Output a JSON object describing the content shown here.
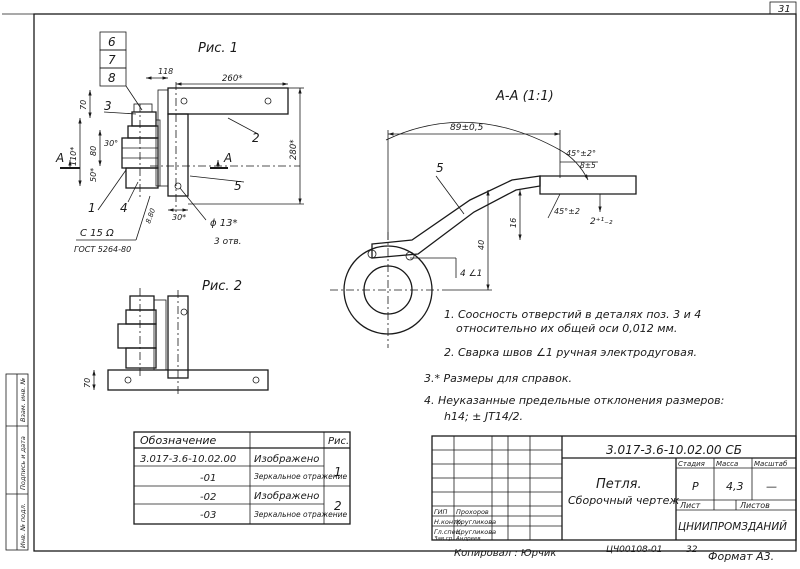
{
  "sheet_number": "31",
  "fig1": {
    "title": "Рис. 1",
    "callouts": [
      "6",
      "7",
      "8",
      "3",
      "1",
      "4",
      "2",
      "5"
    ],
    "dims": {
      "d118": "118",
      "d260": "260*",
      "d70": "70",
      "d110": "110*",
      "d80": "80",
      "d50": "50*",
      "d30deg": "30°",
      "d280": "280*",
      "d8": "8.80",
      "d30b": "30*",
      "hole": "ϕ 13*",
      "holes": "3 отв."
    },
    "section_mark_left": "A",
    "section_mark_right": "A",
    "weld_symbol": "С 15 Ω",
    "gost": "ГОСТ 5264-80"
  },
  "fig2": {
    "title": "Рис. 2",
    "dims": {
      "d70": "70"
    }
  },
  "section": {
    "title": "А-А (1:1)",
    "callout": "5",
    "dims": {
      "d89": "89±0,5",
      "d45": "45°±2°",
      "d8": "8±5",
      "d16": "16",
      "d45b": "45°±2",
      "d2": "2⁺¹₋₂",
      "d40": "40",
      "weld": "4 ∠1"
    }
  },
  "notes": [
    "1. Соосность отверстий в деталях поз. 3 и 4",
    "относительно их общей оси 0,012 мм.",
    "2. Сварка швов ∠1 ручная электродуговая.",
    "3.* Размеры для справок.",
    "4. Неуказанные предельные отклонения размеров:",
    "h14; ± JT14/2."
  ],
  "table": {
    "headers": [
      "Обозначение",
      "",
      "Рис."
    ],
    "rows": [
      {
        "designation": "3.017-3.6-10.02.00",
        "name": "Изображено",
        "fig": ""
      },
      {
        "designation": "-01",
        "name": "Зеркальное отражение",
        "fig": "1"
      },
      {
        "designation": "-02",
        "name": "Изображено",
        "fig": ""
      },
      {
        "designation": "-03",
        "name": "Зеркальное отражение",
        "fig": "2"
      }
    ]
  },
  "title_block": {
    "code": "3.017-3.6-10.02.00 СБ",
    "title": "Петля.",
    "subtitle": "Сборочный чертеж",
    "col_headers": [
      "Стадия",
      "Масса",
      "Масштаб"
    ],
    "stage": "Р",
    "mass": "4,3",
    "scale": "—",
    "sheet_label": "Лист",
    "sheets_label": "Листов",
    "org": "ЦНИИПРОМЗДАНИЙ",
    "roles": [
      "ГИП",
      "Н.контр.",
      "Гл.спец.",
      "Зав.гр."
    ],
    "names": [
      "Прохоров",
      "Кругликова",
      "Кругликова",
      "Андреев"
    ]
  },
  "side_stamp": [
    "Инв. № подл.",
    "Подпись и дата",
    "Взам. инв. №"
  ],
  "footer": {
    "copied": "Копировал : Юрчик",
    "number": "ЦЧ00108-01",
    "page": "32",
    "format": "Формат А3."
  }
}
